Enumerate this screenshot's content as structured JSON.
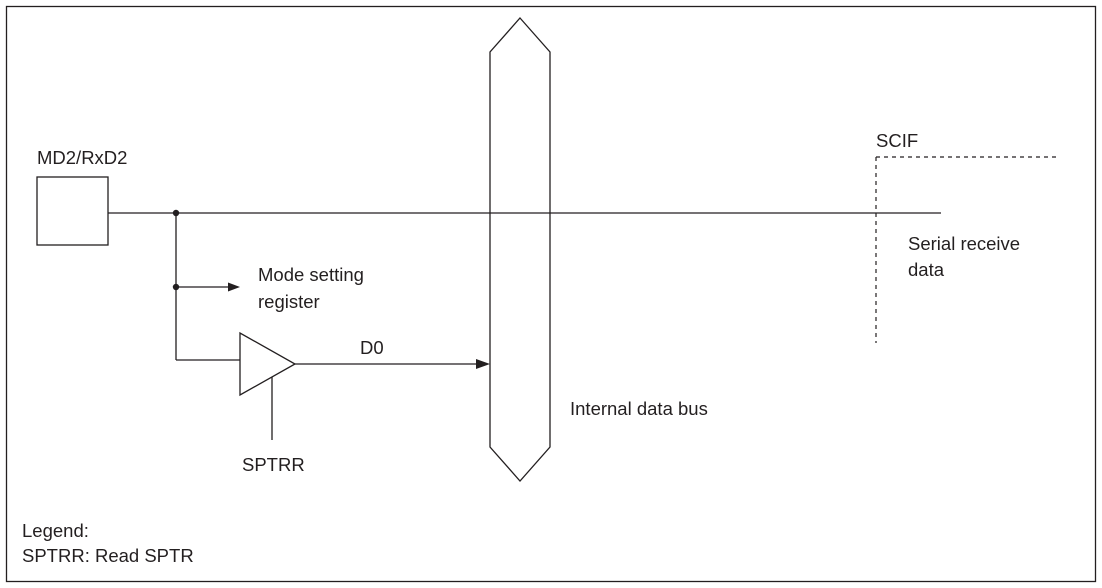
{
  "labels": {
    "pin": "MD2/RxD2",
    "mode_line1": "Mode setting",
    "mode_line2": "register",
    "d0": "D0",
    "sptrr": "SPTRR",
    "bus": "Internal data bus",
    "scif": "SCIF",
    "serial_line1": "Serial receive",
    "serial_line2": "data"
  },
  "legend": {
    "title": "Legend:",
    "entry": "SPTRR:  Read SPTR"
  }
}
